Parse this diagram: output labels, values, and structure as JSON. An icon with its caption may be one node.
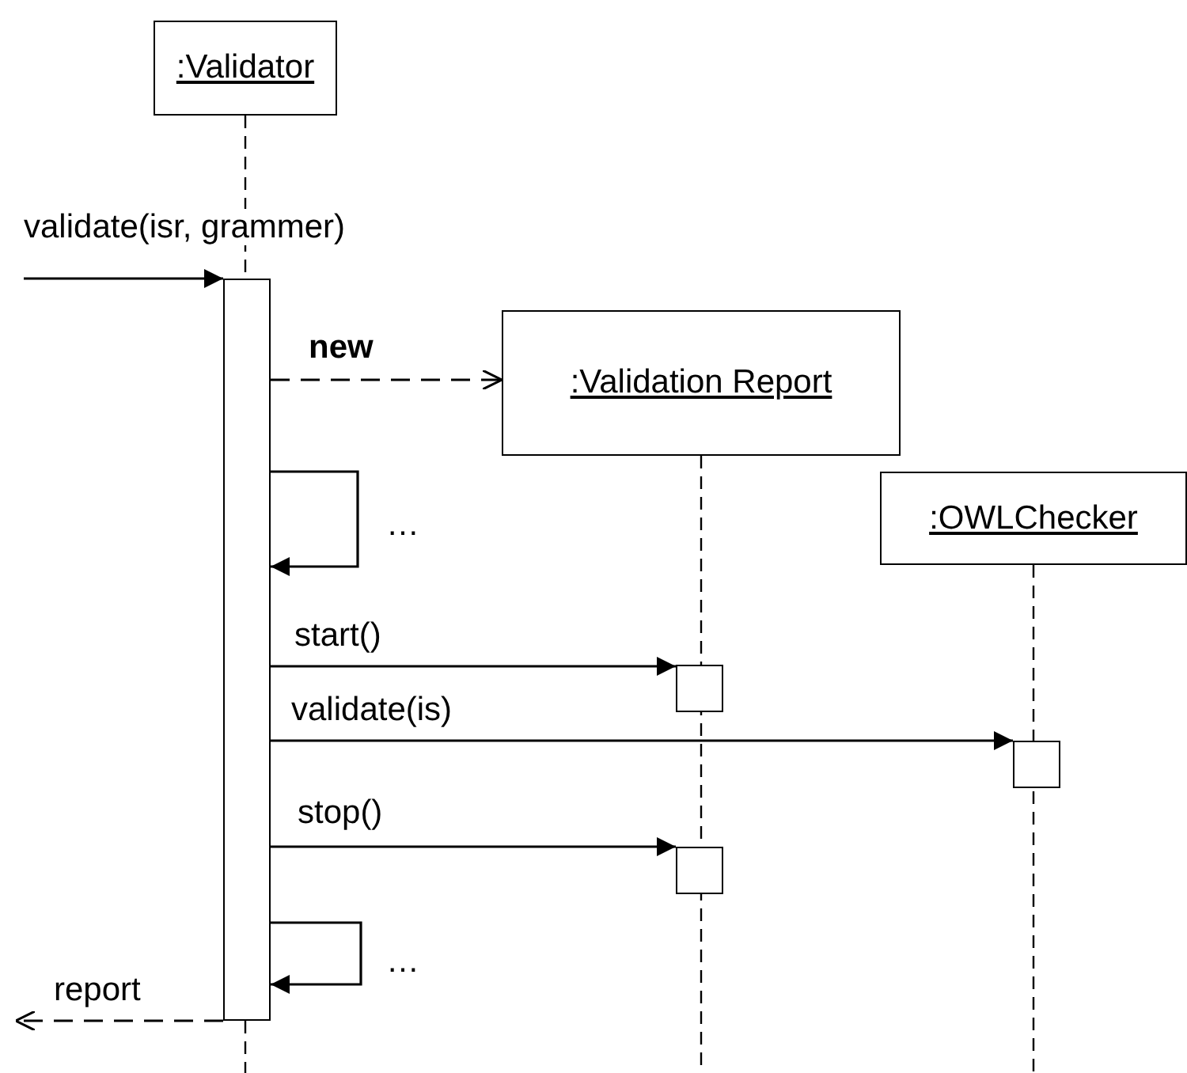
{
  "diagram": {
    "nodes": [
      {
        "text": [
          ":Validator"
        ]
      },
      {
        "text": [],
        "shape": "bar"
      },
      {
        "text": [
          ":Validation Report"
        ]
      },
      {
        "text": [
          ":OWLChecker"
        ]
      },
      {
        "text": [],
        "shape": "box"
      },
      {
        "text": [],
        "shape": "box"
      },
      {
        "text": [],
        "shape": "box"
      }
    ],
    "edges": [
      {
        "from": null,
        "to": 1,
        "arrow": "to",
        "label": "validate(isr, grammer)"
      },
      {
        "from": 1,
        "to": 2,
        "arrow": "to",
        "label": "new",
        "style": "dashed"
      },
      {
        "from": 1,
        "to": 1,
        "arrow": "to",
        "label": "…"
      },
      {
        "from": 1,
        "to": 4,
        "arrow": "to",
        "label": "start()"
      },
      {
        "from": 1,
        "to": 5,
        "arrow": "to",
        "label": "validate(is)"
      },
      {
        "from": 1,
        "to": 6,
        "arrow": "to",
        "label": "stop()"
      },
      {
        "from": 1,
        "to": 1,
        "arrow": "to",
        "label": "…"
      },
      {
        "from": 1,
        "to": null,
        "arrow": "to",
        "label": "report",
        "style": "dashed"
      }
    ]
  }
}
